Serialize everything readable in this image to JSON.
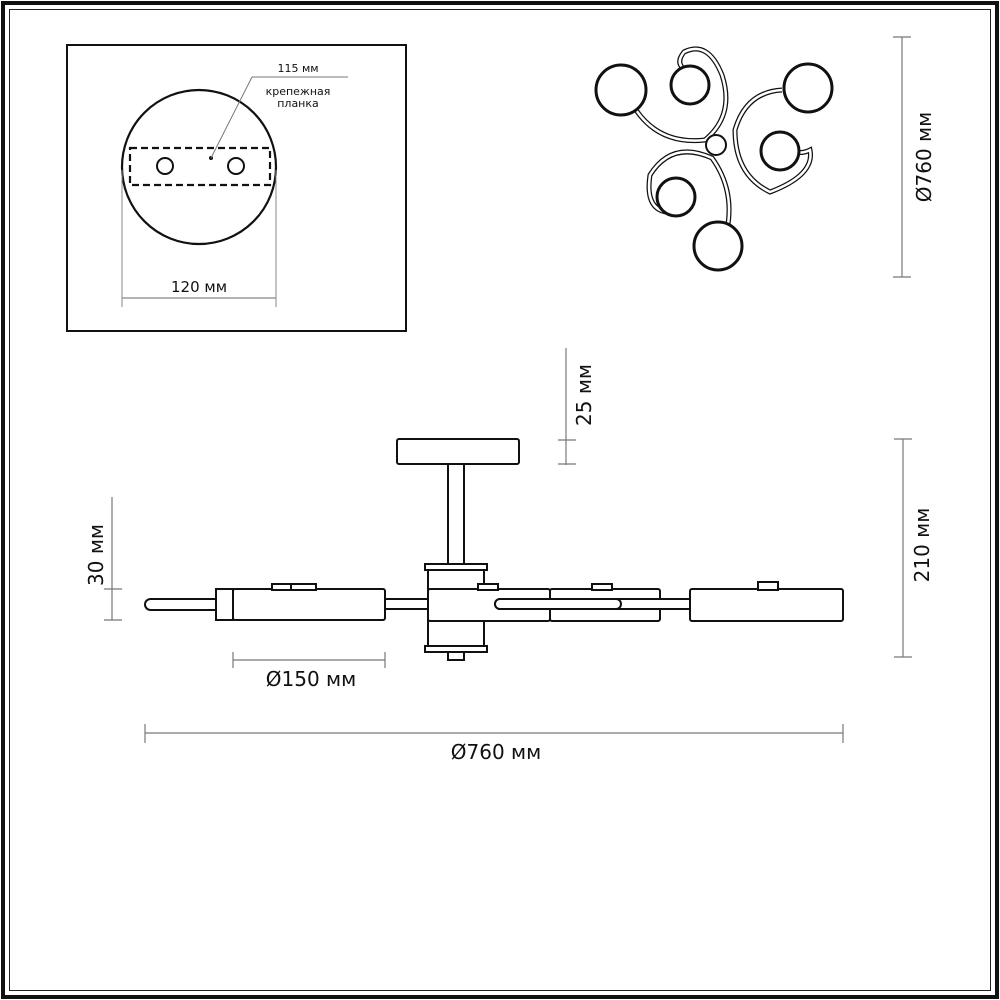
{
  "mount_inset": {
    "width_label": "120 мм",
    "bracket_length_label": "115 мм",
    "bracket_caption_line1": "крепежная",
    "bracket_caption_line2": "планка"
  },
  "top_view": {
    "diameter_label": "Ø760 мм"
  },
  "side_view": {
    "canopy_height_label": "25 мм",
    "total_height_label": "210 мм",
    "shade_height_label": "30 мм",
    "shade_diameter_label": "Ø150 мм",
    "total_diameter_label": "Ø760 мм"
  },
  "colors": {
    "line": "#111111",
    "dimension_line": "#777777",
    "background": "#ffffff"
  }
}
